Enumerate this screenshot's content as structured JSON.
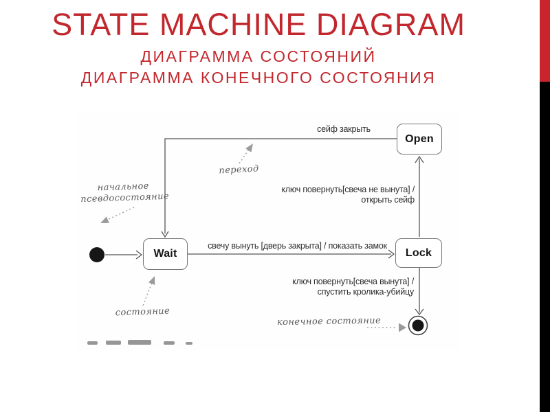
{
  "slide": {
    "title": "STATE MACHINE DIAGRAM",
    "subtitle_line1": "ДИАГРАММА СОСТОЯНИЙ",
    "subtitle_line2": "ДИАГРАММА КОНЕЧНОГО СОСТОЯНИЯ",
    "title_color": "#C2272D",
    "accent_bar_red": "#C9252C",
    "accent_bar_black": "#000000"
  },
  "diagram": {
    "states": [
      {
        "id": "wait",
        "label": "Wait"
      },
      {
        "id": "open",
        "label": "Open"
      },
      {
        "id": "lock",
        "label": "Lock"
      }
    ],
    "transitions": [
      {
        "from": "open",
        "to": "wait",
        "label": "сейф закрыть"
      },
      {
        "from": "wait",
        "to": "lock",
        "label": "свечу вынуть [дверь закрыта] / показать замок"
      },
      {
        "from": "lock",
        "to": "open",
        "label_line1": "ключ повернуть[свеча не вынута] /",
        "label_line2": "открыть сейф"
      },
      {
        "from": "lock",
        "to": "final",
        "label_line1": "ключ повернуть[свеча вынута] /",
        "label_line2": "спустить кролика-убийцу"
      }
    ],
    "annotations": [
      {
        "target": "initial-pseudostate",
        "label_line1": "начальное",
        "label_line2": "псевдосостояние"
      },
      {
        "target": "transition",
        "label": "переход"
      },
      {
        "target": "state",
        "label": "состояние"
      },
      {
        "target": "final-state",
        "label": "конечное состояние"
      }
    ]
  }
}
